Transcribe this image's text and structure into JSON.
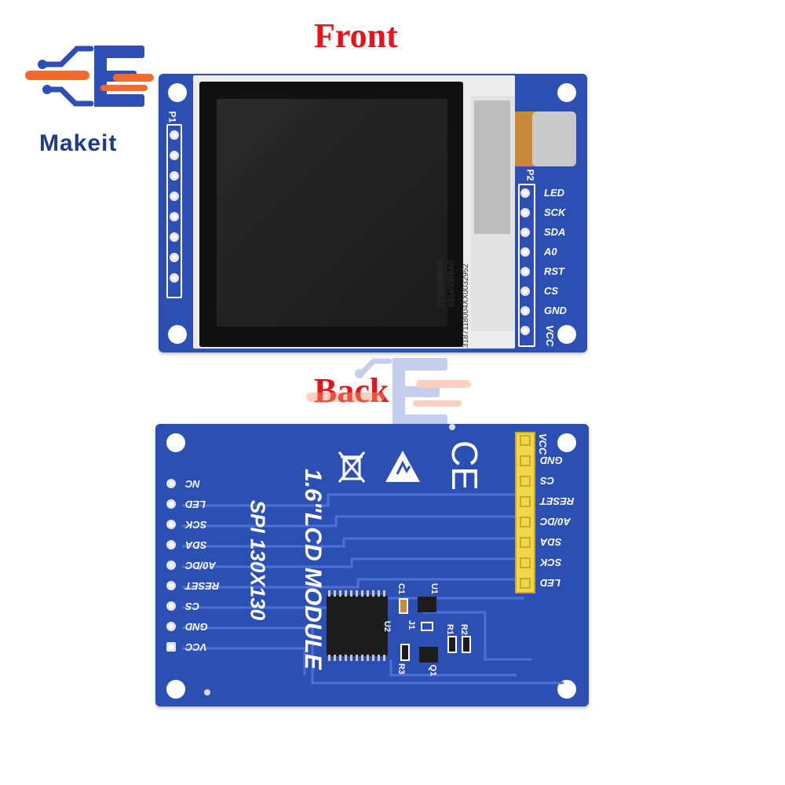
{
  "brand": {
    "name": "Makeit"
  },
  "headings": {
    "front": "Front",
    "back": "Back"
  },
  "front": {
    "header_left_label": "P1",
    "header_right_label": "P2",
    "pins": [
      "LED",
      "SCK",
      "SDA",
      "A0",
      "RST",
      "CS",
      "GND",
      "VCC"
    ],
    "flex_codes": [
      "72900BBN05",
      "631400BBA0",
      "3187118004XX0032952"
    ]
  },
  "back": {
    "title_line1": "1.6\"LCD MODULE",
    "title_line2": "SPI 130X130",
    "left_pins": [
      "NC",
      "LED",
      "SCK",
      "SDA",
      "A0/DC",
      "RESET",
      "CS",
      "GND",
      "VCC"
    ],
    "right_pins": [
      "VCC",
      "GND",
      "CS",
      "RESET",
      "A0/DC",
      "SDA",
      "SCK",
      "LED"
    ],
    "components": {
      "c1": "C1",
      "u1": "U1",
      "u2": "U2",
      "j1": "J1",
      "r1": "R1",
      "r2": "R2",
      "r3": "R3",
      "q1": "Q1"
    },
    "ce_mark": "CE"
  },
  "colors": {
    "board": "#2c4fb4",
    "heading": "#e8141c",
    "logo_blue": "#2e4fb6",
    "logo_orange": "#f36a2c",
    "header_gold": "#f2d64a"
  }
}
